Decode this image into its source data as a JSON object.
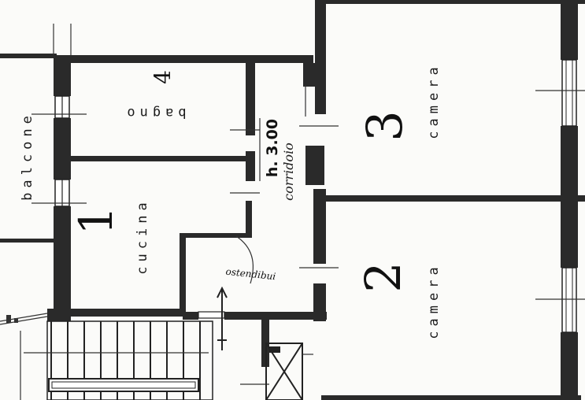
{
  "rooms": {
    "bagno": "bagno",
    "cucina": "cucina",
    "camera_top": "camera",
    "camera_bottom": "camera",
    "balcone": "balcone",
    "corridoio": "corridoio",
    "ripostiglio": "ostendibui"
  },
  "annotations": {
    "height": "h. 3.00"
  },
  "room_numbers": {
    "cucina": "1",
    "camera_bottom": "2",
    "camera_top": "3",
    "bagno": "4"
  }
}
